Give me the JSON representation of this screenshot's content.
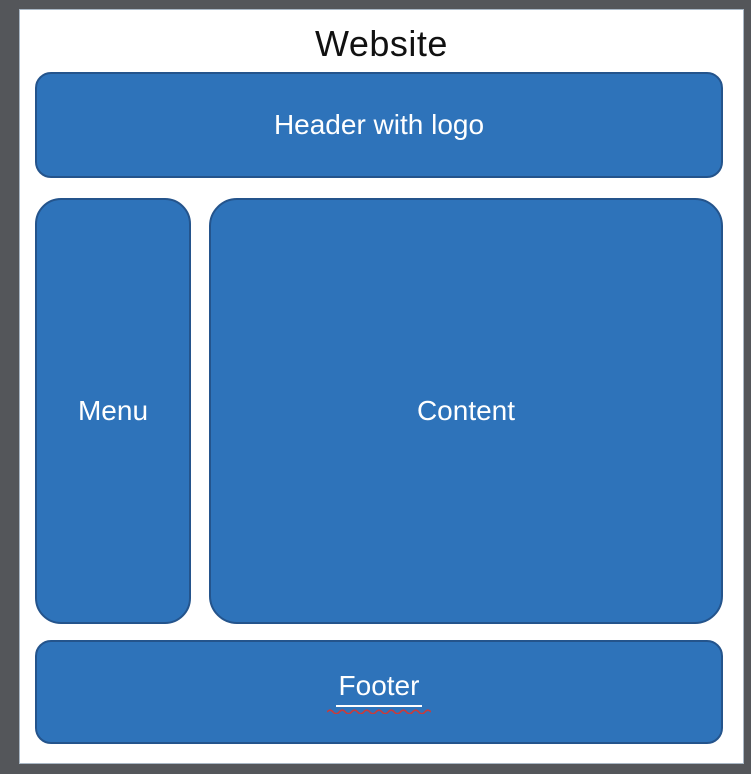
{
  "title": {
    "text": "Website"
  },
  "shapes": {
    "header": {
      "label": "Header with logo"
    },
    "menu": {
      "label": "Menu"
    },
    "content": {
      "label": "Content"
    },
    "footer": {
      "label": "Footer",
      "has_spellcheck_squiggle": true
    }
  },
  "colors": {
    "frame_background": "#54565A",
    "canvas_background": "#FFFFFF",
    "canvas_outline": "#A9B7C5",
    "shape_fill": "#2E73BA",
    "shape_border": "#24548C",
    "title_text": "#111111",
    "shape_label_text": "#FFFFFF",
    "footer_underline": "#FFFFFF",
    "spellcheck_squiggle": "#C83C3C"
  },
  "icons": {
    "spellcheck_squiggle": "red-wavy-underline"
  }
}
